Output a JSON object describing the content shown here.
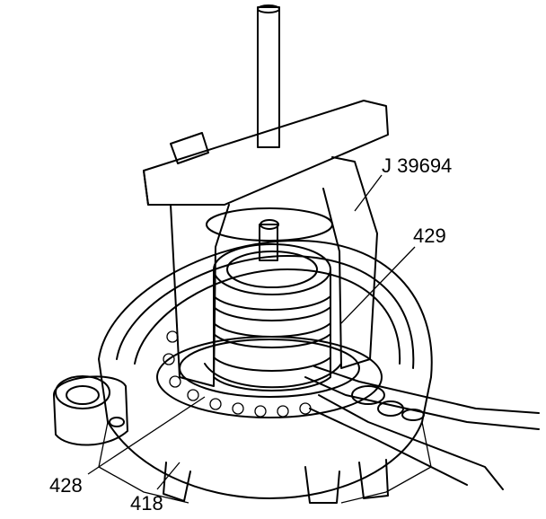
{
  "callouts": {
    "tool": "J 39694",
    "part_429": "429",
    "part_428": "428",
    "part_418": "418"
  },
  "colors": {
    "ink": "#000000",
    "tool_shade": "#d2d2d2",
    "background": "#ffffff"
  }
}
